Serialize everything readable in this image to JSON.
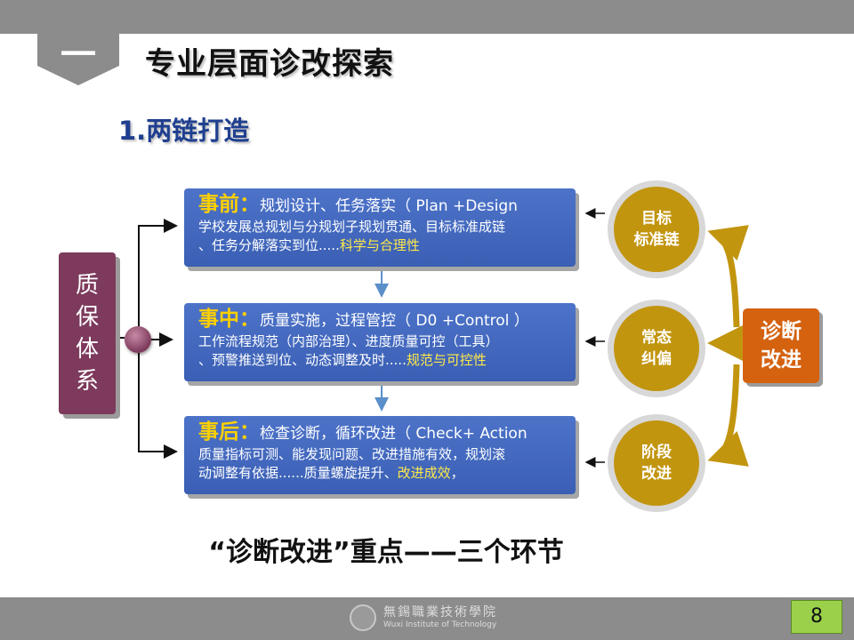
{
  "section": {
    "number": "一",
    "title": "专业层面诊改探索"
  },
  "subtitle": "1.两链打造",
  "left_box": {
    "label": "质保体系"
  },
  "phases": [
    {
      "head": "事前",
      "colon": "：",
      "line1": "规划设计、任务落实（ Plan +Design",
      "line2": "学校发展总规划与分规划子规划贯通、目标标准成链",
      "line3": "、任务分解落实到位.....",
      "highlight": "科学与合理性",
      "tail": ""
    },
    {
      "head": "事中",
      "colon": "：",
      "line1": "质量实施，过程管控（ D0 +Control ）",
      "line2": "工作流程规范（内部治理）、进度质量可控（工具）",
      "line3": "、预警推送到位、动态调整及时.....",
      "highlight": "规范与可控性",
      "tail": ""
    },
    {
      "head": "事后",
      "colon": "：",
      "line1": "检查诊断，循环改进（ Check+ Action",
      "line2": "质量指标可测、能发现问题、改进措施有效，规划滚",
      "line3": "动调整有依据......质量螺旋提升、",
      "highlight": "改进成效",
      "tail": "，"
    }
  ],
  "right_circles": [
    {
      "line1": "目标",
      "line2": "标准链"
    },
    {
      "line1": "常态",
      "line2": "纠偏"
    },
    {
      "line1": "阶段",
      "line2": "改进"
    }
  ],
  "diagnosis_box": {
    "line1": "诊断",
    "line2": "改进"
  },
  "bottom_text": "“诊断改进”重点——三个环节",
  "footer": {
    "school_cn": "無錫職業技術學院",
    "school_en": "Wuxi Institute of Technology",
    "page": "8"
  },
  "colors": {
    "phase_blue": "#3f66bd",
    "gold": "#c2950f",
    "orange": "#d4620f",
    "maroon": "#7d3a5c",
    "highlight": "#ffe94a"
  }
}
